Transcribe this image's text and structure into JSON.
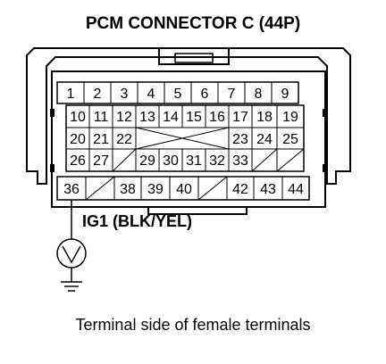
{
  "title": "PCM CONNECTOR C (44P)",
  "caption": "Terminal side of female terminals",
  "probe_wire_label": "IG1 (BLK/YEL)",
  "probe_terminal": "36",
  "rows": [
    [
      "1",
      "2",
      "3",
      "4",
      "5",
      "6",
      "7",
      "8",
      "9"
    ],
    [
      "10",
      "11",
      "12",
      "13",
      "14",
      "15",
      "16",
      "17",
      "18",
      "19"
    ],
    [
      "20",
      "21",
      "22",
      "",
      "",
      "",
      "",
      "23",
      "24",
      "25"
    ],
    [
      "26",
      "27",
      "",
      "29",
      "30",
      "31",
      "32",
      "33",
      "",
      ""
    ],
    [
      "36",
      "",
      "38",
      "39",
      "40",
      "",
      "42",
      "43",
      "44"
    ]
  ]
}
